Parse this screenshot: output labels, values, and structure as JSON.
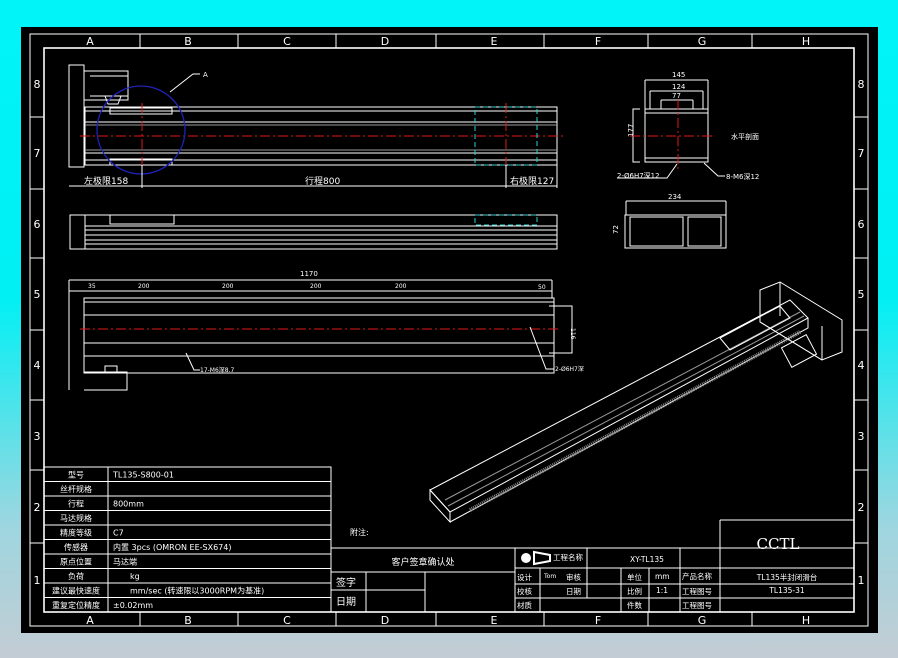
{
  "grid": {
    "columns": [
      "A",
      "B",
      "C",
      "D",
      "E",
      "F",
      "G",
      "H"
    ],
    "rows": [
      "8",
      "7",
      "6",
      "5",
      "4",
      "3",
      "2",
      "1"
    ]
  },
  "top_view": {
    "detail_label": "A",
    "left_limit": "左极限158",
    "stroke": "行程800",
    "right_limit": "右极限127"
  },
  "end_view": {
    "w145": "145",
    "w124": "124",
    "w77": "77",
    "h177": "177",
    "section": "水平剖面",
    "hole_left": "2-Ø6H7深12",
    "hole_right": "8-M6深12",
    "w234": "234",
    "h72": "72"
  },
  "bottom_view": {
    "total": "1170",
    "d35": "35",
    "pitch": [
      "200",
      "200",
      "200",
      "200"
    ],
    "d50": "50",
    "h116": "116",
    "holes_a": "17-M6深8.7",
    "holes_b": "2-Ø6H7深"
  },
  "spec_table": [
    {
      "label": "型号",
      "value": "TL135-S800-01"
    },
    {
      "label": "丝杆规格",
      "value": ""
    },
    {
      "label": "行程",
      "value": "800mm"
    },
    {
      "label": "马达规格",
      "value": ""
    },
    {
      "label": "精度等级",
      "value": "C7"
    },
    {
      "label": "传感器",
      "value": "内置 3pcs (OMRON EE-SX674)"
    },
    {
      "label": "原点位置",
      "value": "马达端"
    },
    {
      "label": "负荷",
      "value": "kg"
    },
    {
      "label": "建议最快速度",
      "value": "mm/sec (转速限以3000RPM为基准)"
    },
    {
      "label": "重复定位精度",
      "value": "±0.02mm"
    }
  ],
  "notes_label": "附注:",
  "customer": {
    "title": "客户签章确认处",
    "sign": "签字",
    "date": "日期"
  },
  "title_block": {
    "project_label": "工程名称",
    "project": "XY-TL135",
    "design": "设计",
    "designer": "Tom",
    "review": "审核",
    "unit_label": "单位",
    "unit": "mm",
    "product_label": "产品名称",
    "product": "TL135半封闭滑台",
    "check": "校核",
    "date": "日期",
    "scale_label": "比例",
    "scale": "1:1",
    "drawing_no_label": "工程图号",
    "drawing_no": "TL135-31",
    "material": "材质",
    "qty": "件数",
    "drawing_no2_label": "工程图号",
    "brand": "CCTL"
  }
}
